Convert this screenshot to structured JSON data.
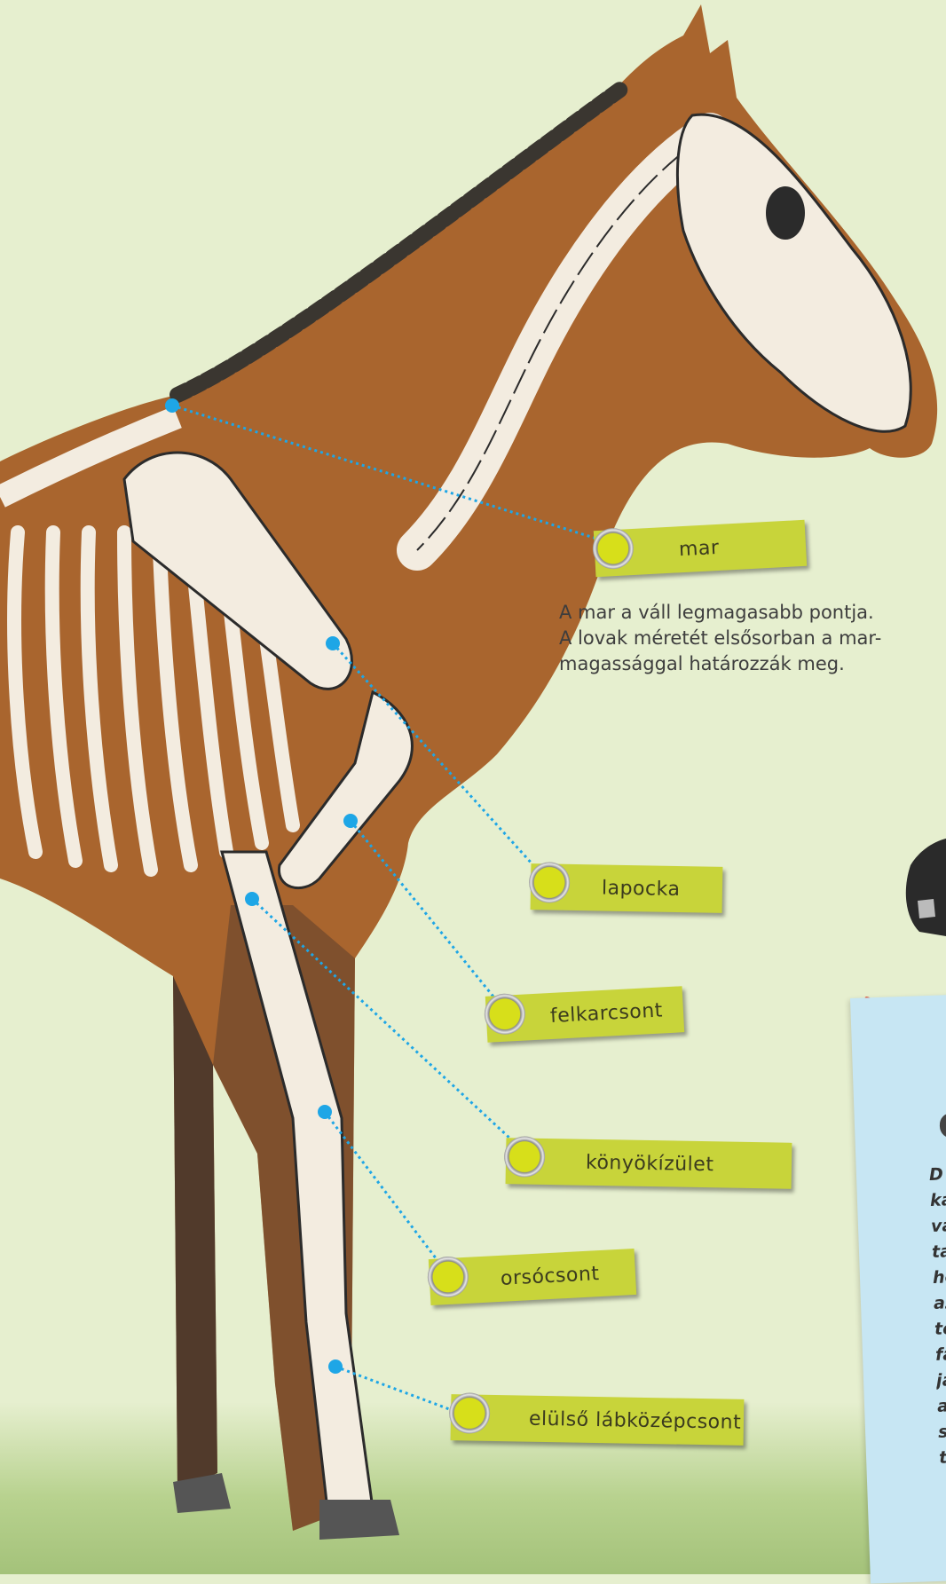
{
  "colors": {
    "background": "#e6efcf",
    "label_bg": "#c8d43a",
    "pointer_dot": "#1ea6e6",
    "horse_coat": "#a9652e",
    "bone": "#f3ece0",
    "note_bg": "#c7e6f3",
    "note_string": "#e0492e"
  },
  "labels": [
    {
      "id": "mar",
      "text": "mar"
    },
    {
      "id": "lapocka",
      "text": "lapocka"
    },
    {
      "id": "felkarcsont",
      "text": "felkarcsont"
    },
    {
      "id": "konyokizulet",
      "text": "könyökízület"
    },
    {
      "id": "orsocsont",
      "text": "orsócsont"
    },
    {
      "id": "elulso",
      "text": "elülső lábközépcsont"
    }
  ],
  "description": {
    "lines": [
      "A mar a váll legmagasabb pontja.",
      "A lovak méretét elsősorban a mar-",
      "magassággal határozzák meg."
    ]
  },
  "side_note": {
    "heading_fragment": "C",
    "body_fragments": [
      "D",
      "ka",
      "va",
      "ta",
      "ho",
      "az",
      "ter",
      "faj",
      "ják",
      "aza",
      "szé",
      "telj"
    ]
  },
  "icons": {
    "label_marker": "ring-icon",
    "pointer": "dot-icon"
  }
}
